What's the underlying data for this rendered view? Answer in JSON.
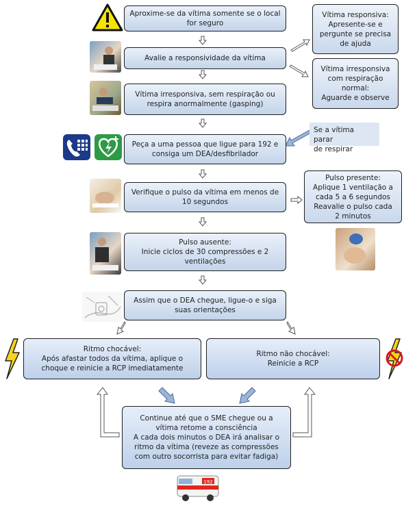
{
  "steps": {
    "s1": {
      "lines": [
        "Aproxime-se da vítima somente se o local",
        "for seguro"
      ]
    },
    "s2": {
      "lines": [
        "Avalie a responsividade da vítima"
      ]
    },
    "s3": {
      "lines": [
        "Vítima irresponsiva, sem respiração ou",
        "respira anormalmente (gasping)"
      ]
    },
    "s4": {
      "lines": [
        "Peça a uma pessoa que ligue para 192  e",
        "consiga um DEA/desfibrilador"
      ]
    },
    "s5": {
      "lines": [
        "Verifique o pulso da vítima em menos de",
        "10 segundos"
      ]
    },
    "s6": {
      "title": "Pulso ausente:",
      "lines": [
        "Inicie ciclos de 30 compressões e 2",
        "ventilações"
      ]
    },
    "s7": {
      "lines": [
        "Assim que o DEA chegue, ligue-o e siga",
        "suas orientações"
      ]
    },
    "shock": {
      "title": "Ritmo chocável:",
      "lines": [
        "Após afastar todos da vítima, aplique o",
        "choque e reinicie a RCP imediatamente"
      ]
    },
    "noshock": {
      "title": "Ritmo não chocável:",
      "lines": [
        "Reinicie a RCP"
      ]
    },
    "cont": {
      "lines": [
        "Continue até que o SME chegue ou a",
        "vítima retome a consciência",
        "A cada dois minutos o DEA irá analisar o",
        "ritmo da vítima (reveze as compressões",
        "com outro socorrista para evitar fadiga)"
      ]
    }
  },
  "side": {
    "responsive": {
      "title": "Vítima responsiva:",
      "lines": [
        "Apresente-se e",
        "pergunte se precisa",
        "de ajuda"
      ]
    },
    "unresponsive": {
      "title": "Vítima irresponsiva",
      "title2": "com respiração",
      "title3": "normal:",
      "lines": [
        "Aguarde e observe"
      ]
    },
    "stop_note": {
      "lines": [
        "Se a vítima parar",
        "de respirar"
      ]
    },
    "pulse": {
      "title": "Pulso presente:",
      "lines": [
        "Aplique 1 ventilação a",
        "cada 5 a 6 segundos",
        "Reavalie o pulso cada",
        "2 minutos"
      ]
    }
  },
  "icons": {
    "warning": "warning-icon",
    "phone": "phone-icon",
    "aed": "aed-heart-icon",
    "lightning": "lightning-icon",
    "no_lightning": "no-lightning-icon",
    "ambulance_text": "192"
  },
  "colors": {
    "box_top": "#eaf1fa",
    "box_bottom": "#c3d4ea",
    "arrow": "#7f9fc9",
    "phone": "#1c3a8a",
    "aed": "#2e9a46",
    "bolt": "#f4d51a"
  }
}
